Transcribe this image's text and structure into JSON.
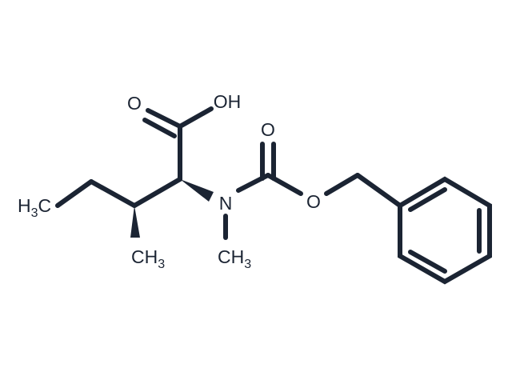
{
  "molecule": {
    "labels": {
      "carbonyl_o_acid": "O",
      "hydroxyl": "OH",
      "carbamate_o": "O",
      "ester_o": "O",
      "nitrogen": "N",
      "ethyl_ch3": {
        "main": "H",
        "sub": "3",
        "tail": "C"
      },
      "branch_ch3": {
        "main": "CH",
        "sub": "3"
      },
      "n_methyl": {
        "main": "CH",
        "sub": "3"
      }
    },
    "colors": {
      "ink": "#1b2433",
      "background": "#ffffff"
    }
  }
}
